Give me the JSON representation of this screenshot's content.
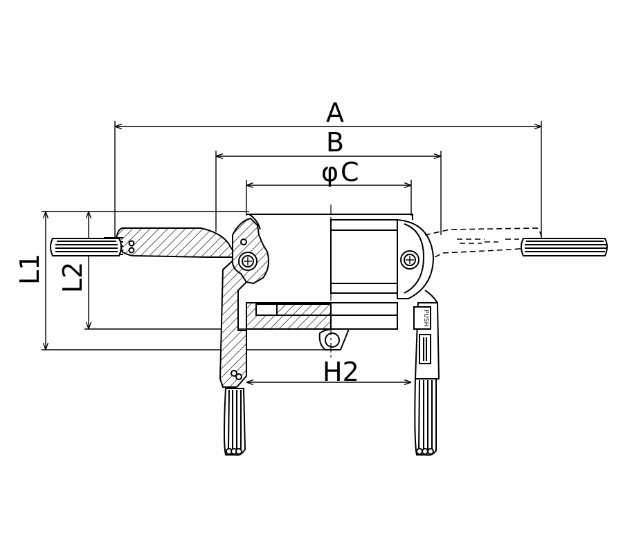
{
  "dimensions": {
    "a": "A",
    "b": "B",
    "phi": "φ",
    "c": "C",
    "l1": "L1",
    "l2": "L2",
    "h2": "H2"
  },
  "labels": {
    "push": "PUSH"
  }
}
